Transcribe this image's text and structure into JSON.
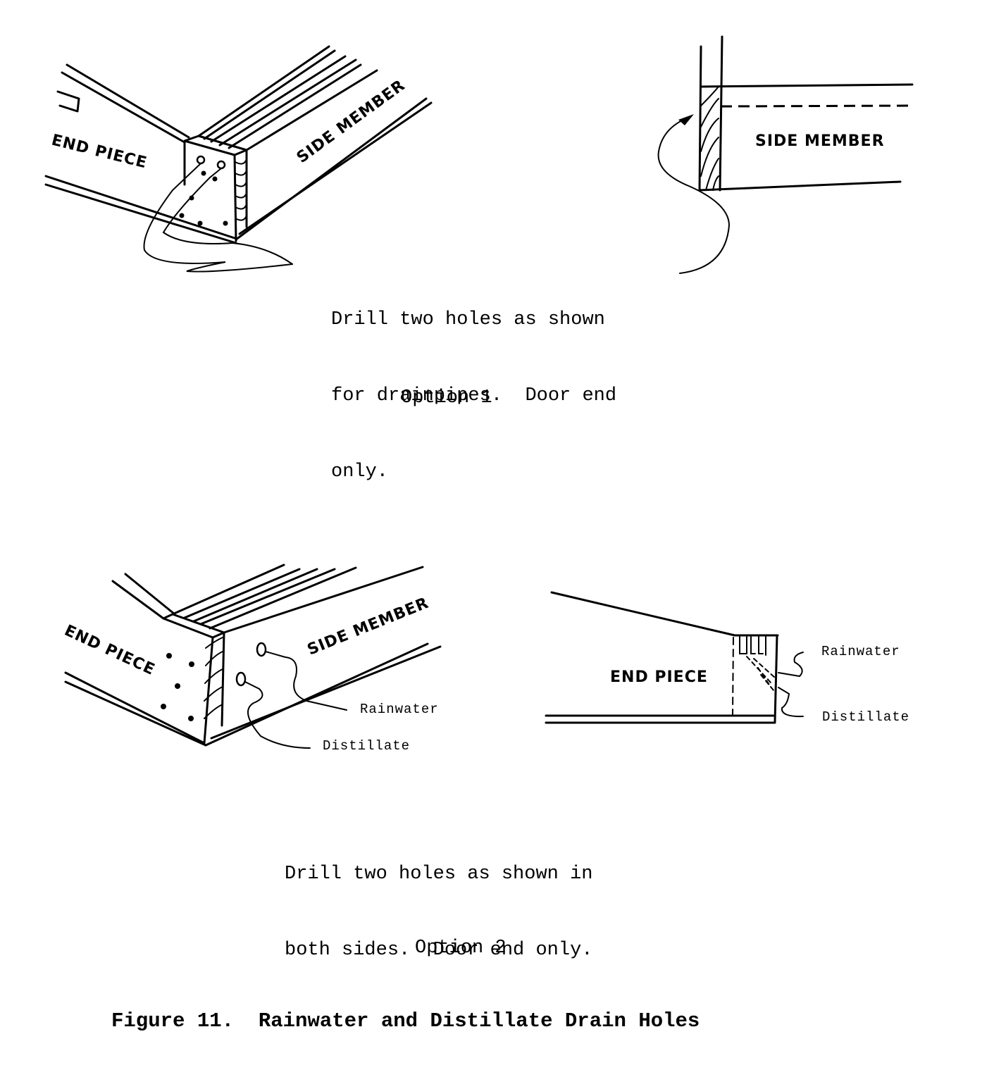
{
  "option1": {
    "isometric_view": {
      "end_piece_label": "END PIECE",
      "side_member_label": "SIDE MEMBER"
    },
    "section_view": {
      "side_member_label": "SIDE MEMBER"
    },
    "caption_lines": [
      "Drill two holes as shown",
      "for drainpipes.  Door end",
      "only."
    ],
    "title": "Option 1"
  },
  "option2": {
    "isometric_view": {
      "end_piece_label": "END PIECE",
      "side_member_label": "SIDE MEMBER",
      "callouts": [
        "Rainwater",
        "Distillate"
      ]
    },
    "section_view": {
      "end_piece_label": "END PIECE",
      "callouts": [
        "Rainwater",
        "Distillate"
      ]
    },
    "caption_lines": [
      "Drill two holes as shown in",
      "both sides.  Door end only."
    ],
    "title": "Option 2"
  },
  "figure_caption": "Figure 11.  Rainwater and Distillate Drain Holes"
}
